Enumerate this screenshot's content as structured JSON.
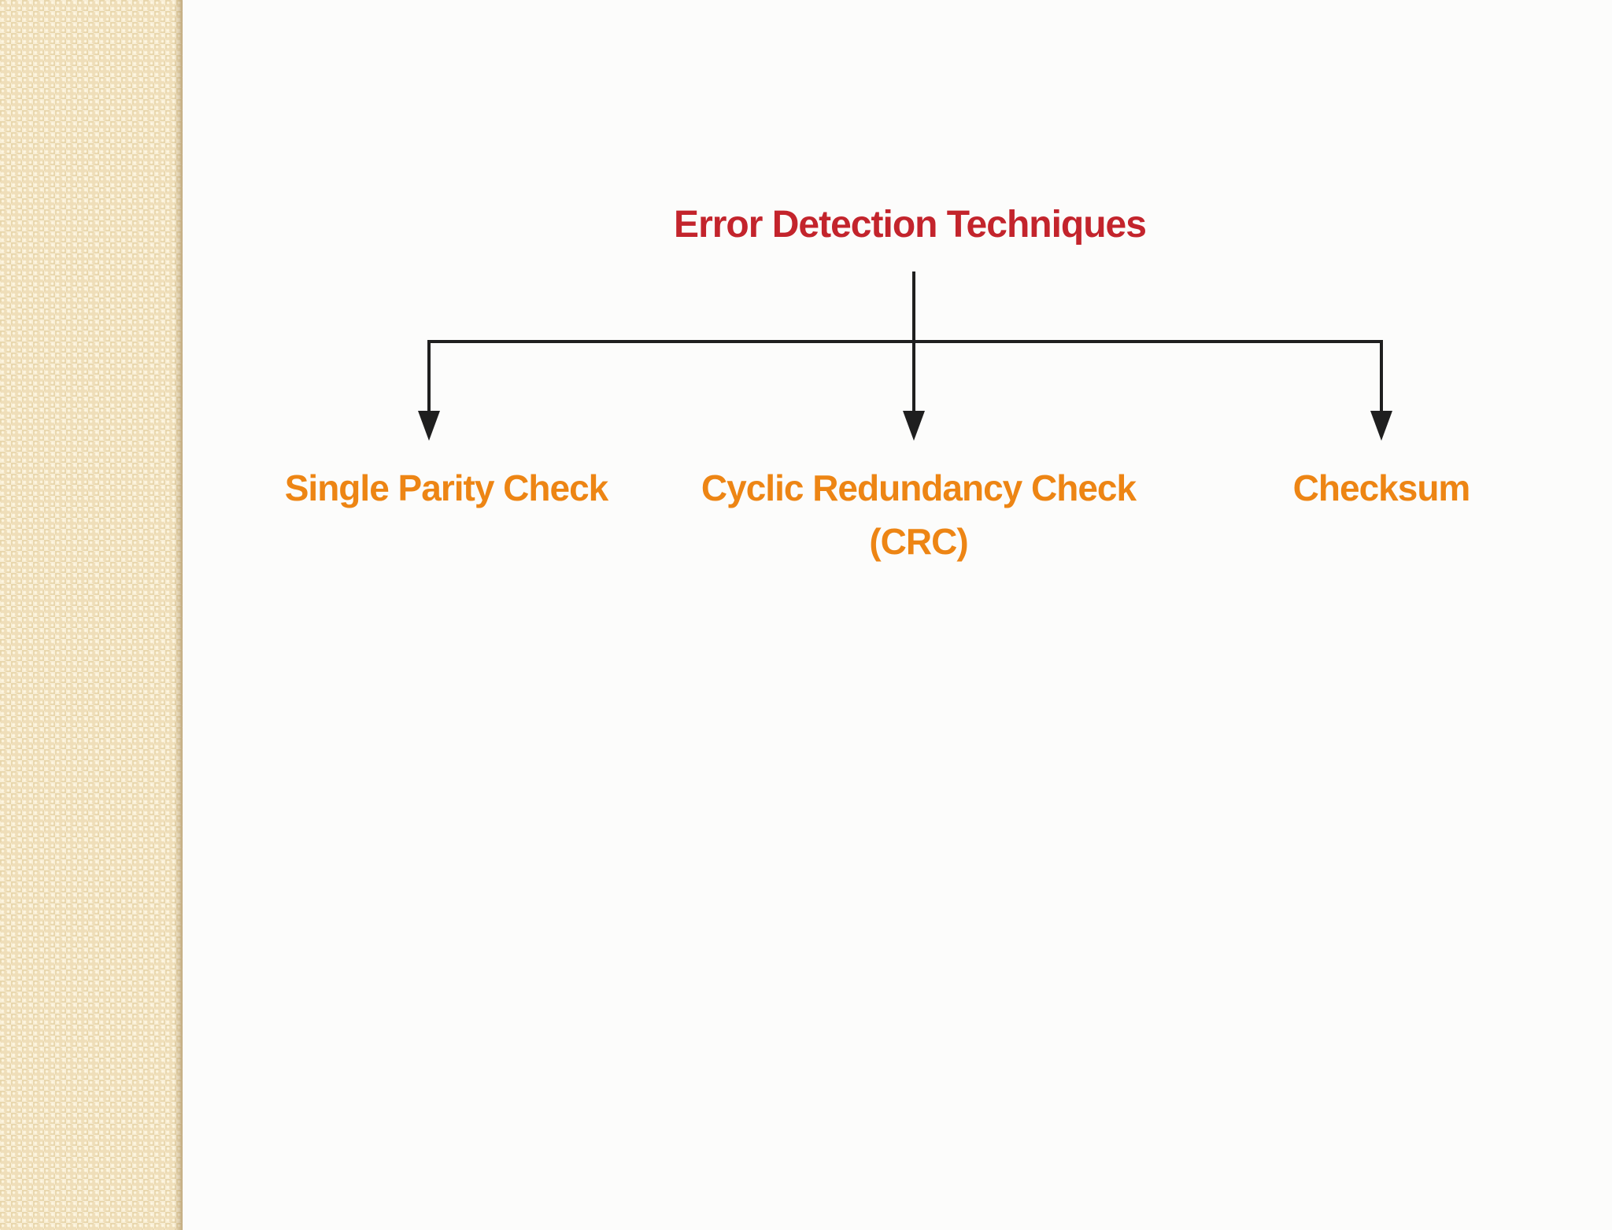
{
  "slide": {
    "background_color": "#fcfcfb",
    "sidebar": {
      "base_color": "#efdeb9",
      "pattern_light_color": "#f8eed4",
      "pattern_dark_color": "#e2ce9f",
      "edge_shadow_color": "#9e8252"
    }
  },
  "diagram": {
    "title": "Error Detection Techniques",
    "title_color": "#c3242c",
    "connector_color": "#1f1f1f",
    "branch_color": "#ed8514",
    "branches": [
      {
        "label": "Single Parity Check"
      },
      {
        "label": "Cyclic Redundancy Check",
        "label_line2": "(CRC)"
      },
      {
        "label": "Checksum"
      }
    ]
  }
}
